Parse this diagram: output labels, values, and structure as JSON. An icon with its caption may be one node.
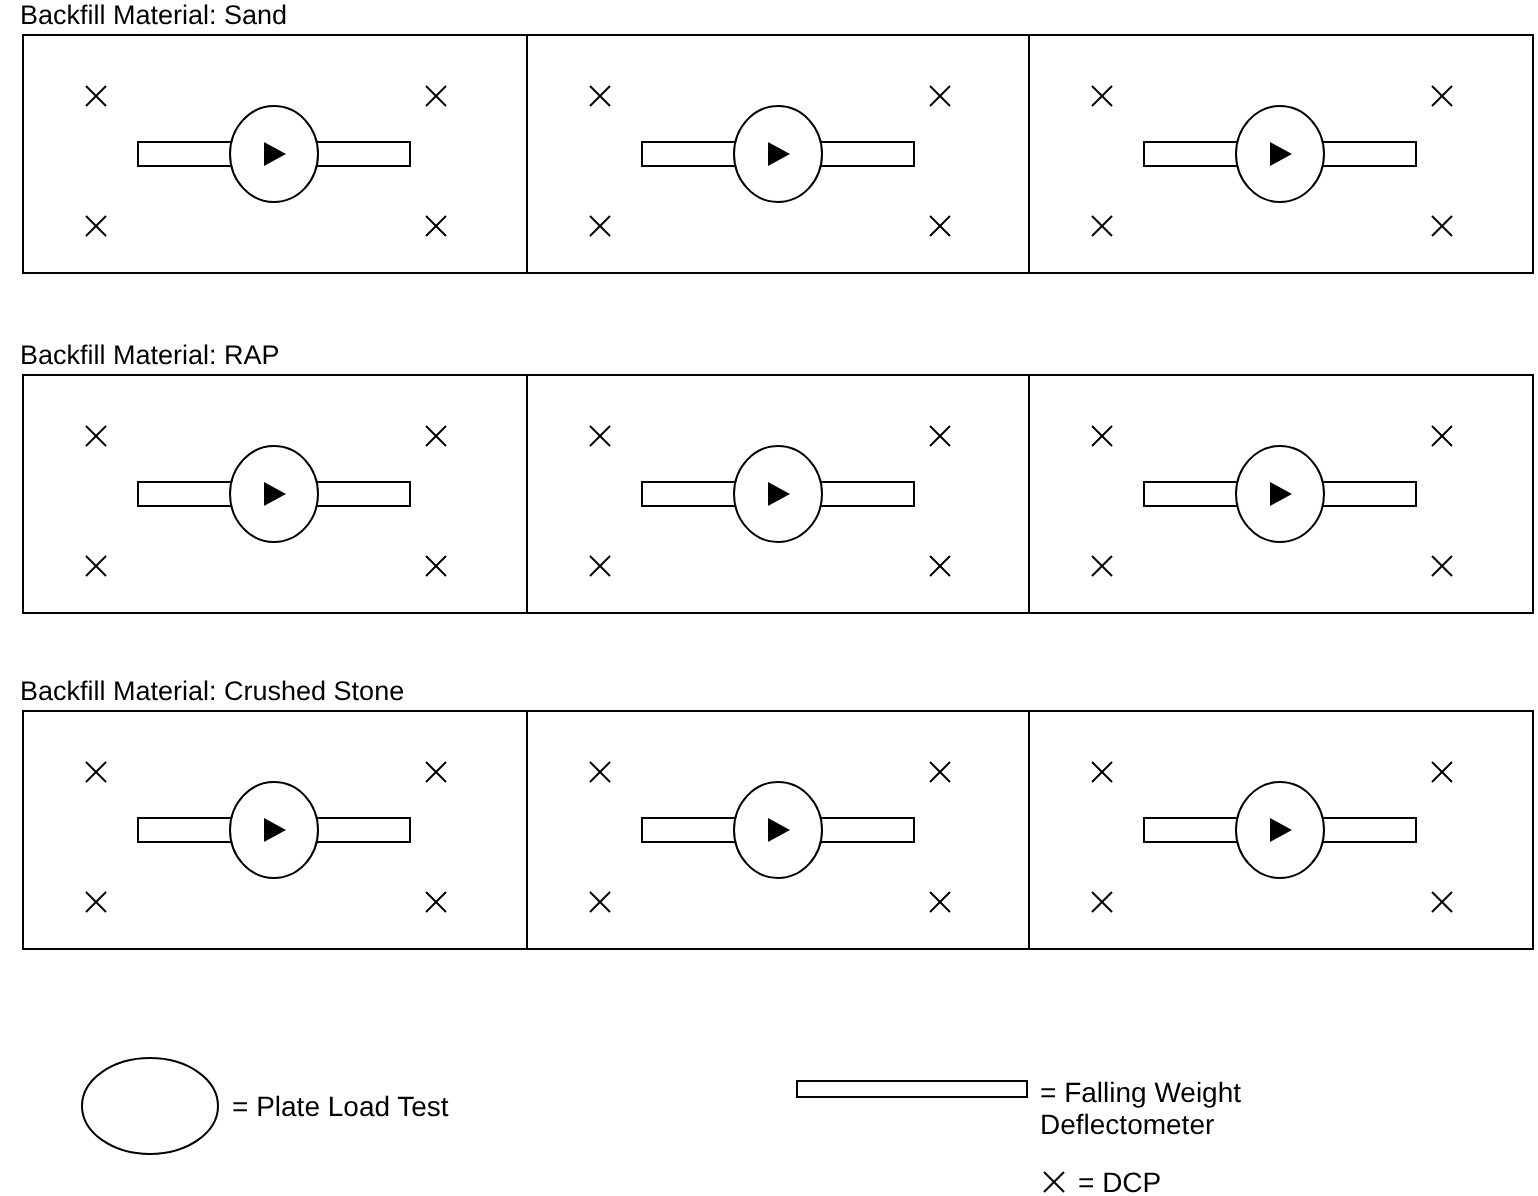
{
  "diagram": {
    "nodes": [
      {
        "text": [
          "Backfill Material: Sand"
        ]
      },
      {
        "text": [
          "Backfill Material: RAP"
        ]
      },
      {
        "text": [
          "Backfill Material: Crushed Stone"
        ]
      }
    ],
    "legend": [
      {
        "text": "= Plate Load Test"
      },
      {
        "text": "= Falling Weight Deflectometer"
      },
      {
        "text": "= DCP"
      }
    ]
  }
}
